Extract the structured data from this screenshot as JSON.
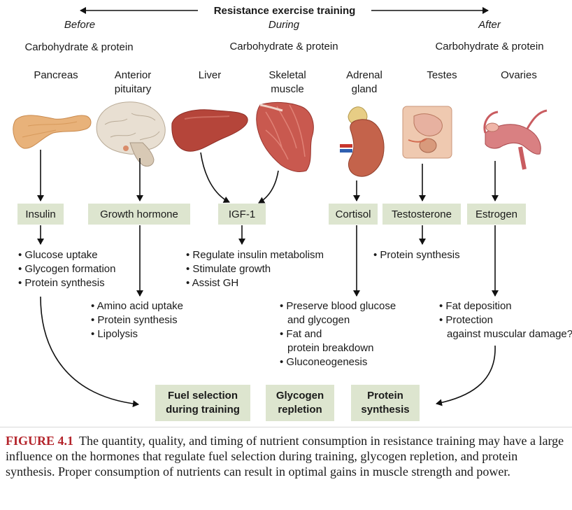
{
  "title": "Resistance exercise training",
  "phases": [
    "Before",
    "During",
    "After"
  ],
  "nutrient_label": "Carbohydrate & protein",
  "organs": [
    {
      "name": "Pancreas",
      "icon": "pancreas-icon"
    },
    {
      "name": "Anterior pituitary",
      "icon": "brain-pituitary-icon"
    },
    {
      "name": "Liver",
      "icon": "liver-icon"
    },
    {
      "name": "Skeletal muscle",
      "icon": "skeletal-muscle-icon"
    },
    {
      "name": "Adrenal gland",
      "icon": "adrenal-gland-icon"
    },
    {
      "name": "Testes",
      "icon": "testes-icon"
    },
    {
      "name": "Ovaries",
      "icon": "ovaries-icon"
    }
  ],
  "hormones": [
    "Insulin",
    "Growth hormone",
    "IGF-1",
    "Cortisol",
    "Testosterone",
    "Estrogen"
  ],
  "effects": {
    "insulin": [
      "Glucose uptake",
      "Glycogen formation",
      "Protein synthesis"
    ],
    "growth_hormone": [
      "Amino acid uptake",
      "Protein synthesis",
      "Lipolysis"
    ],
    "igf1": [
      "Regulate insulin metabolism",
      "Stimulate growth",
      "Assist GH"
    ],
    "cortisol": [
      "Preserve blood glucose and glycogen",
      "Fat and protein breakdown",
      "Gluconeogenesis"
    ],
    "testosterone": [
      "Protein synthesis"
    ],
    "estrogen": [
      "Fat deposition",
      "Protection against muscular damage?"
    ]
  },
  "outcomes": [
    "Fuel selection during training",
    "Glycogen repletion",
    "Protein synthesis"
  ],
  "caption": {
    "label": "FIGURE 4.1",
    "text": "The quantity, quality, and timing of nutrient consumption in resistance training may have a large influence on the hormones that regulate fuel selection during training, glycogen repletion, and protein synthesis. Proper consumption of nutrients can result in optimal gains in muscle strength and power."
  },
  "colors": {
    "hormone_box": "#dde5cf",
    "caption_label": "#b4242b",
    "pancreas": "#e8b27a",
    "liver": "#b5453a",
    "muscle": "#c9594f",
    "kidney": "#c4634b"
  }
}
